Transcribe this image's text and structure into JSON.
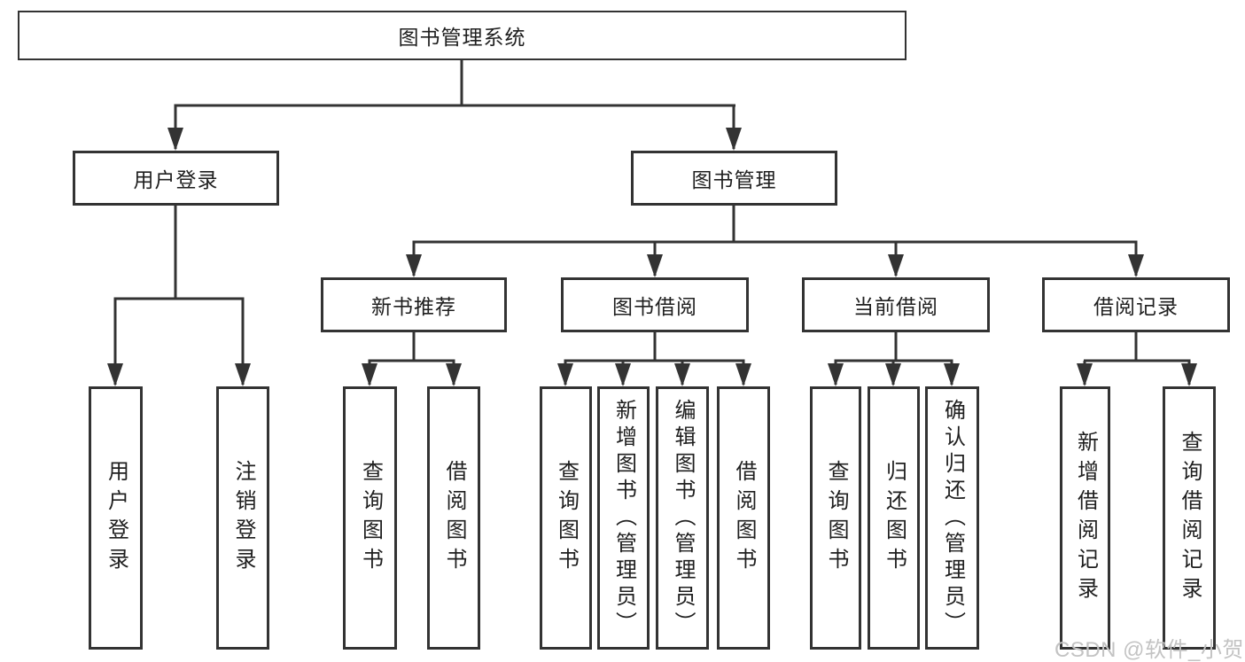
{
  "tree": {
    "label": "图书管理系统",
    "children": [
      {
        "label": "用户登录",
        "children": [
          {
            "label": "用户登录"
          },
          {
            "label": "注销登录"
          }
        ]
      },
      {
        "label": "图书管理",
        "children": [
          {
            "label": "新书推荐",
            "children": [
              {
                "label": "查询图书"
              },
              {
                "label": "借阅图书"
              }
            ]
          },
          {
            "label": "图书借阅",
            "children": [
              {
                "label": "查询图书"
              },
              {
                "label": "新增图书（管理员）"
              },
              {
                "label": "编辑图书（管理员）"
              },
              {
                "label": "借阅图书"
              }
            ]
          },
          {
            "label": "当前借阅",
            "children": [
              {
                "label": "查询图书"
              },
              {
                "label": "归还图书"
              },
              {
                "label": "确认归还（管理员）"
              }
            ]
          },
          {
            "label": "借阅记录",
            "children": [
              {
                "label": "新增借阅记录"
              },
              {
                "label": "查询借阅记录"
              }
            ]
          }
        ]
      }
    ]
  },
  "watermark": {
    "text": "CSDN @软件_小贺同学"
  },
  "colors": {
    "line": "#333333",
    "text": "#1f1f1f",
    "watermark": "#c3c3c3",
    "background": "#ffffff"
  }
}
